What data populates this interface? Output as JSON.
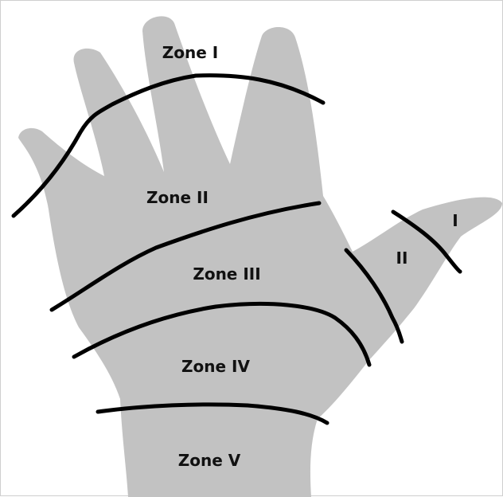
{
  "diagram": {
    "colors": {
      "hand": "#c2c2c2",
      "line": "#000000",
      "text": "#111111",
      "background": "#ffffff"
    },
    "finger_zones": {
      "zone_1": "Zone I",
      "zone_2": "Zone II",
      "zone_3": "Zone III",
      "zone_4": "Zone IV",
      "zone_5": "Zone V"
    },
    "thumb_zones": {
      "zone_1": "I",
      "zone_2": "II"
    }
  }
}
